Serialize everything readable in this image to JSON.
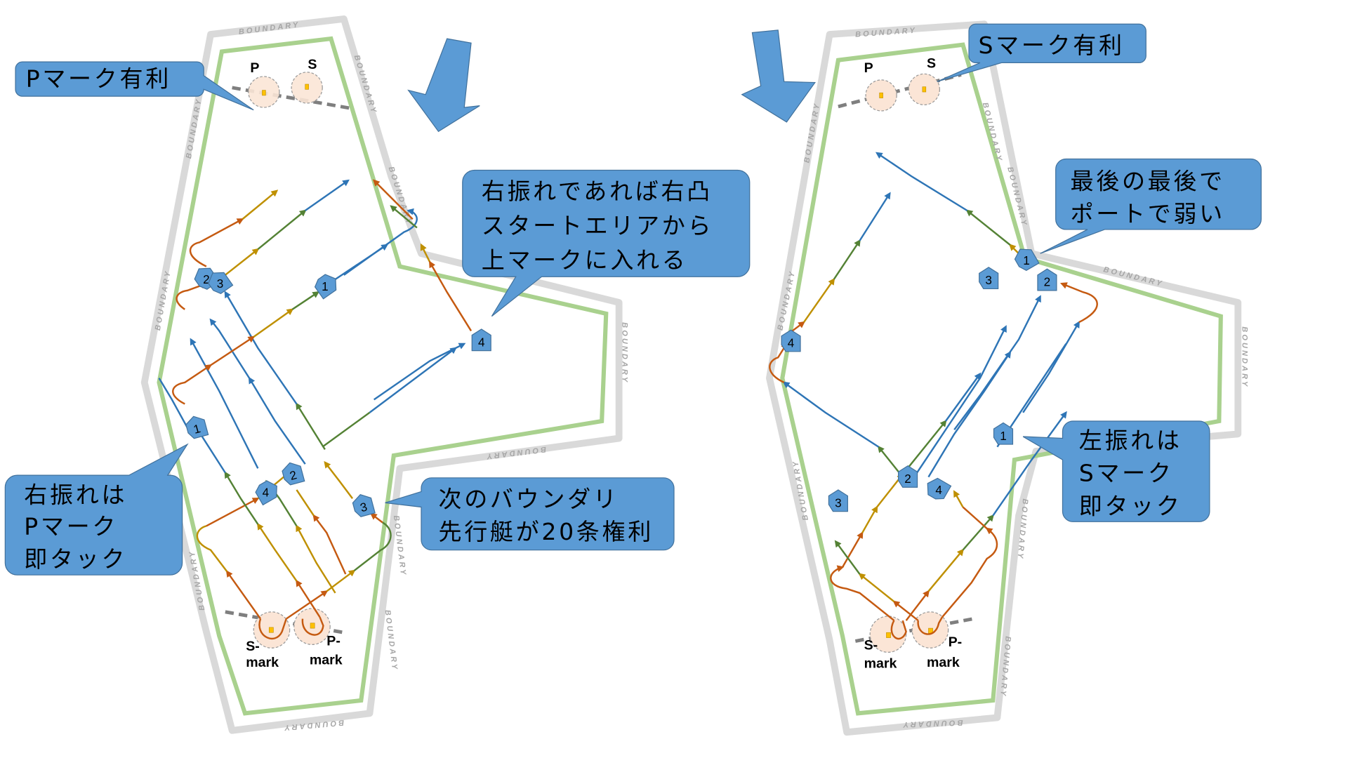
{
  "colors": {
    "callout_fill": "#5b9bd5",
    "callout_stroke": "#41719c",
    "boundary": "#d9d9d9",
    "inner_line": "#a9d18e",
    "mark_circle": "#fbe5d6",
    "mark_buoy": "#ffc000",
    "start_line": "#7f7f7f",
    "track_blue": "#2e75b6",
    "track_green": "#548235",
    "track_gold": "#bf9000",
    "track_orange": "#c55a11"
  },
  "boundary_label": "BOUNDARY",
  "left_course": {
    "top_marks": {
      "p": "P",
      "s": "S"
    },
    "bottom_marks": {
      "s_line1": "S-",
      "s_line2": "mark",
      "p_line1": "P-",
      "p_line2": "mark"
    },
    "boats": [
      "1",
      "2",
      "3",
      "4",
      "1",
      "2",
      "3",
      "4"
    ],
    "callouts": {
      "top": "Pマーク有利",
      "right_lines": [
        "右振れであれば右凸",
        "スタートエリアから",
        "上マークに入れる"
      ],
      "left_lines": [
        "右振れは",
        "Pマーク",
        "即タック"
      ],
      "bottom_lines": [
        "次のバウンダリ",
        "先行艇が20条権利"
      ]
    },
    "wind_icon": "wind-arrow-down-left"
  },
  "right_course": {
    "top_marks": {
      "p": "P",
      "s": "S"
    },
    "bottom_marks": {
      "s_line1": "S-",
      "s_line2": "mark",
      "p_line1": "P-",
      "p_line2": "mark"
    },
    "boats": [
      "1",
      "2",
      "3",
      "4",
      "1",
      "2",
      "3",
      "4"
    ],
    "callouts": {
      "top": "Sマーク有利",
      "upper_lines": [
        "最後の最後で",
        "ポートで弱い"
      ],
      "lower_lines": [
        "左振れは",
        "Sマーク",
        "即タック"
      ]
    },
    "wind_icon": "wind-arrow-down-right"
  }
}
